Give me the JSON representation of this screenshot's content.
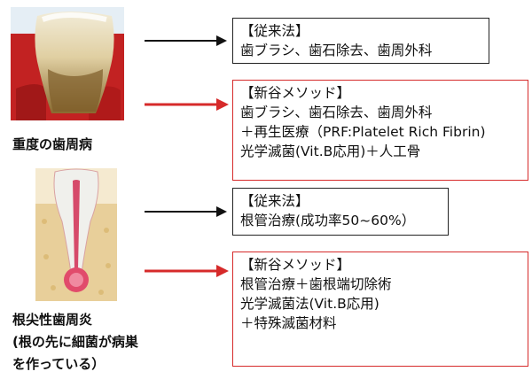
{
  "case1": {
    "label": "重度の歯周病",
    "conventional": {
      "title": "【従来法】",
      "lines": [
        "歯ブラシ、歯石除去、歯周外科"
      ]
    },
    "niiya": {
      "title": "【新谷メソッド】",
      "lines": [
        "歯ブラシ、歯石除去、歯周外科",
        "＋再生医療（PRF:Platelet Rich Fibrin)",
        "光学滅菌(Vit.B応用)＋人工骨"
      ]
    }
  },
  "case2": {
    "label_lines": [
      "根尖性歯周炎",
      "(根の先に細菌が病巣",
      "を作っている）"
    ],
    "conventional": {
      "title": "【従来法】",
      "lines": [
        "根管治療(成功率50~60%）"
      ]
    },
    "niiya": {
      "title": "【新谷メソッド】",
      "lines": [
        "根管治療＋歯根端切除術",
        "光学滅菌法(Vit.B応用)",
        "＋特殊滅菌材料"
      ]
    }
  },
  "colors": {
    "black_arrow": "#111111",
    "red_arrow": "#d62a2a",
    "red_border": "#d62a2a"
  }
}
